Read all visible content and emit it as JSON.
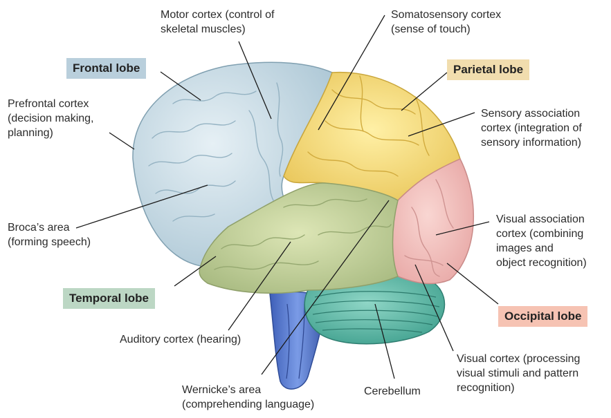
{
  "lobes": {
    "frontal": {
      "text": "Frontal lobe",
      "color": "#b9cfdc"
    },
    "parietal": {
      "text": "Parietal lobe",
      "color": "#f1ddae"
    },
    "temporal": {
      "text": "Temporal lobe",
      "color": "#bcd7c4"
    },
    "occipital": {
      "text": "Occipital lobe",
      "color": "#f6c3b3"
    }
  },
  "regions": {
    "motor_cortex": "Motor cortex (control of\nskeletal muscles)",
    "somatosensory_cortex": "Somatosensory cortex\n(sense of touch)",
    "prefrontal_cortex": "Prefrontal cortex\n(decision making,\nplanning)",
    "sensory_association": "Sensory association\ncortex (integration of\nsensory information)",
    "brocas_area": "Broca’s area\n(forming speech)",
    "visual_association": "Visual association\ncortex (combining\nimages and\nobject recognition)",
    "auditory_cortex": "Auditory cortex (hearing)",
    "wernickes_area": "Wernicke’s area\n(comprehending language)",
    "cerebellum": "Cerebellum",
    "visual_cortex": "Visual cortex (processing\nvisual stimuli and pattern\nrecognition)"
  },
  "colors": {
    "frontal_region": "#cfe0ea",
    "parietal_region": "#f7de7c",
    "temporal_region": "#c9d6a3",
    "occipital_region": "#f2c0bf",
    "cerebellum": "#6fc3b2",
    "brainstem": "#5a7fd1",
    "leader_line": "#1a1a1a"
  }
}
